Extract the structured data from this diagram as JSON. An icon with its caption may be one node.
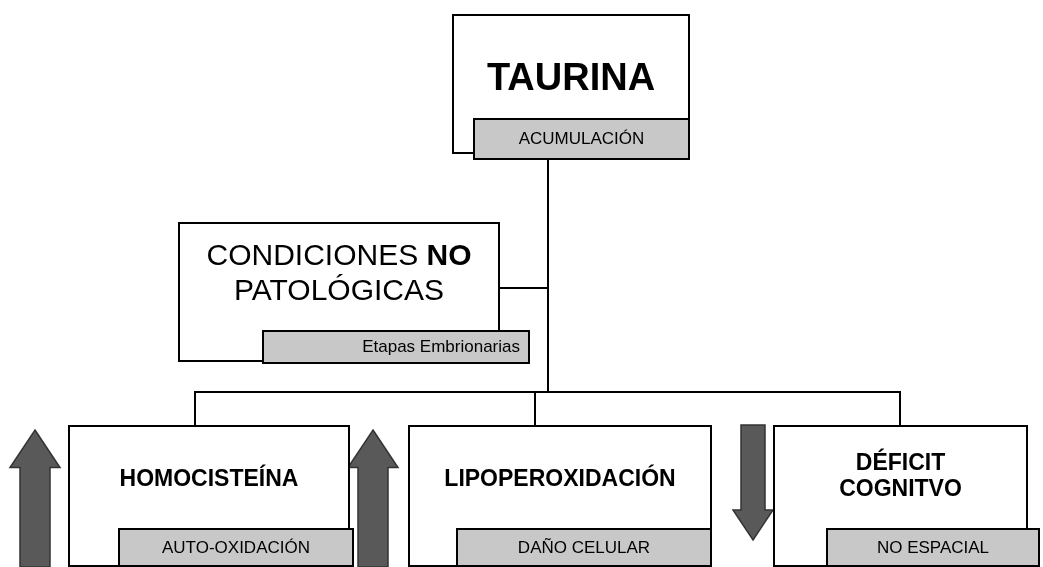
{
  "diagram": {
    "nodes": [
      {
        "text": [
          "TAURINA"
        ]
      },
      {
        "text": [
          "ACUMULACIÓN"
        ],
        "in": 0
      },
      {
        "text": [
          "CONDICIONES **NO** PATOLÓGICAS"
        ]
      },
      {
        "text": [
          "Etapas Embrionarias"
        ],
        "in": 2
      },
      {
        "text": [
          "HOMOCISTEÍNA"
        ]
      },
      {
        "text": [
          "AUTO-OXIDACIÓN"
        ],
        "in": 4
      },
      {
        "text": [
          "LIPOPEROXIDACIÓN"
        ]
      },
      {
        "text": [
          "DAÑO CELULAR"
        ],
        "in": 6
      },
      {
        "text": [
          "DÉFICIT COGNITVO"
        ]
      },
      {
        "text": [
          "NO ESPACIAL"
        ],
        "in": 8
      }
    ],
    "edges": [
      {
        "from": 1,
        "to": 2,
        "arrow": "none"
      },
      {
        "from": 1,
        "to": 4,
        "arrow": "none"
      },
      {
        "from": 1,
        "to": 6,
        "arrow": "none"
      },
      {
        "from": 1,
        "to": 8,
        "arrow": "none"
      }
    ]
  }
}
